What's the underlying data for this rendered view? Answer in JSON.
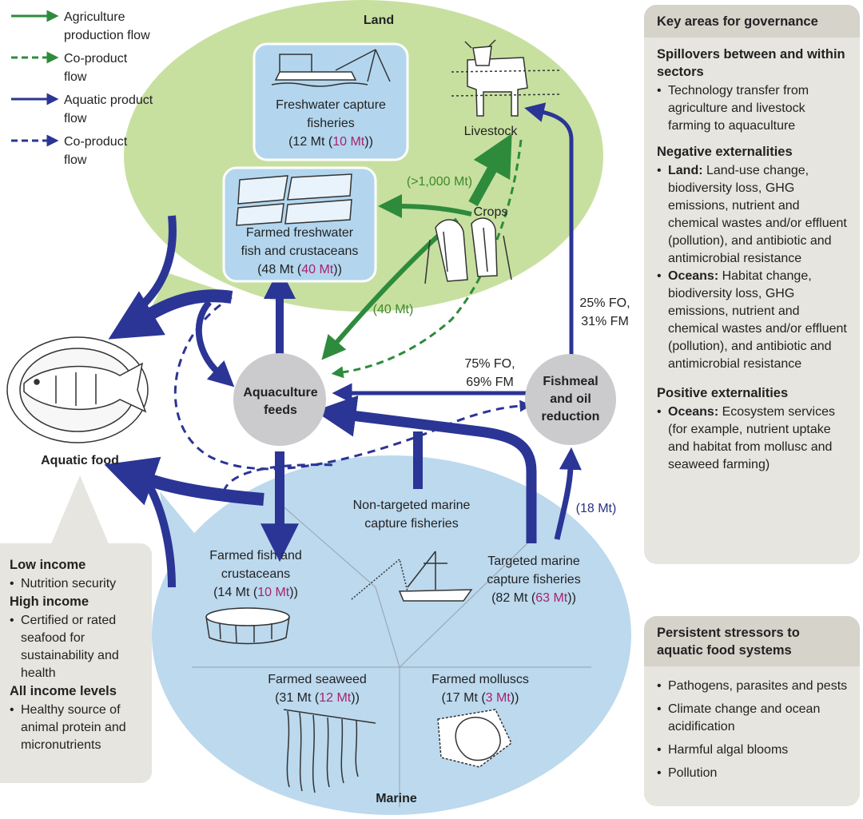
{
  "legend": {
    "items": [
      {
        "line1": "Agriculture",
        "line2": "production flow",
        "color": "#2e8b3c",
        "dashed": false
      },
      {
        "line1": "Co-product",
        "line2": "flow",
        "color": "#2e8b3c",
        "dashed": true
      },
      {
        "line1": "Aquatic product",
        "line2": "flow",
        "color": "#2b3595",
        "dashed": false
      },
      {
        "line1": "Co-product",
        "line2": "flow",
        "color": "#2b3595",
        "dashed": true
      }
    ]
  },
  "regions": {
    "land": "Land",
    "marine": "Marine"
  },
  "nodes": {
    "freshwater_capture": {
      "line1": "Freshwater capture",
      "line2": "fisheries",
      "value": "12 Mt",
      "value_sub": "10 Mt"
    },
    "farmed_freshwater": {
      "line1": "Farmed freshwater",
      "line2": "fish and crustaceans",
      "value": "48 Mt",
      "value_sub": "40 Mt"
    },
    "livestock": "Livestock",
    "crops": "Crops",
    "aquaculture_feeds": {
      "line1": "Aquaculture",
      "line2": "feeds"
    },
    "fishmeal": {
      "line1": "Fishmeal",
      "line2": "and oil",
      "line3": "reduction"
    },
    "aquatic_food": "Aquatic food",
    "non_targeted": {
      "line1": "Non-targeted marine",
      "line2": "capture fisheries"
    },
    "targeted": {
      "line1": "Targeted marine",
      "line2": "capture fisheries",
      "value": "82 Mt",
      "value_sub": "63 Mt"
    },
    "farmed_fish": {
      "line1": "Farmed fish and",
      "line2": "crustaceans",
      "value": "14 Mt",
      "value_sub": "10 Mt"
    },
    "farmed_seaweed": {
      "line1": "Farmed seaweed",
      "value": "31 Mt",
      "value_sub": "12 Mt"
    },
    "farmed_molluscs": {
      "line1": "Farmed molluscs",
      "value": "17 Mt",
      "value_sub": "3 Mt"
    }
  },
  "flow_labels": {
    "crops_to_livestock": "(>1,000 Mt)",
    "crops_to_feeds": "(40 Mt)",
    "fo_fm_livestock": {
      "line1": "25% FO,",
      "line2": "31% FM"
    },
    "fo_fm_feeds": {
      "line1": "75% FO,",
      "line2": "69% FM"
    },
    "targeted_to_fishmeal": "(18 Mt)"
  },
  "governance": {
    "title": "Key areas for governance",
    "sections": [
      {
        "heading": "Spillovers between and within sectors",
        "bullets": [
          {
            "lead": "",
            "text": "Technology transfer from agriculture and livestock farming to aquaculture"
          }
        ]
      },
      {
        "heading": "Negative externalities",
        "bullets": [
          {
            "lead": "Land:",
            "text": "Land-use change, biodiversity loss, GHG emissions, nutrient and chemical wastes and/or effluent (pollution), and antibiotic and antimicrobial resistance"
          },
          {
            "lead": "Oceans:",
            "text": "Habitat change, biodiversity loss, GHG emissions, nutrient and chemical wastes and/or effluent (pollution), and antibiotic and antimicrobial resistance"
          }
        ]
      },
      {
        "heading": "Positive externalities",
        "bullets": [
          {
            "lead": "Oceans:",
            "text": "Ecosystem services (for example, nutrient uptake and habitat from mollusc and seaweed farming)"
          }
        ]
      }
    ]
  },
  "stressors": {
    "title": "Persistent stressors to aquatic food systems",
    "items": [
      "Pathogens, parasites and pests",
      "Climate change and ocean acidification",
      "Harmful algal blooms",
      "Pollution"
    ]
  },
  "income": {
    "groups": [
      {
        "heading": "Low income",
        "items": [
          "Nutrition security"
        ]
      },
      {
        "heading": "High income",
        "items": [
          "Certified or rated seafood for sustainability and health"
        ]
      },
      {
        "heading": "All income levels",
        "items": [
          "Healthy source of animal protein and micronutrients"
        ]
      }
    ]
  },
  "colors": {
    "land": "#c7e0a0",
    "marine": "#bcd9ee",
    "box": "#b3d6ee",
    "node": "#cbcbcd",
    "green": "#2e8b3c",
    "blue": "#2b3595",
    "accent": "#a8226e"
  }
}
